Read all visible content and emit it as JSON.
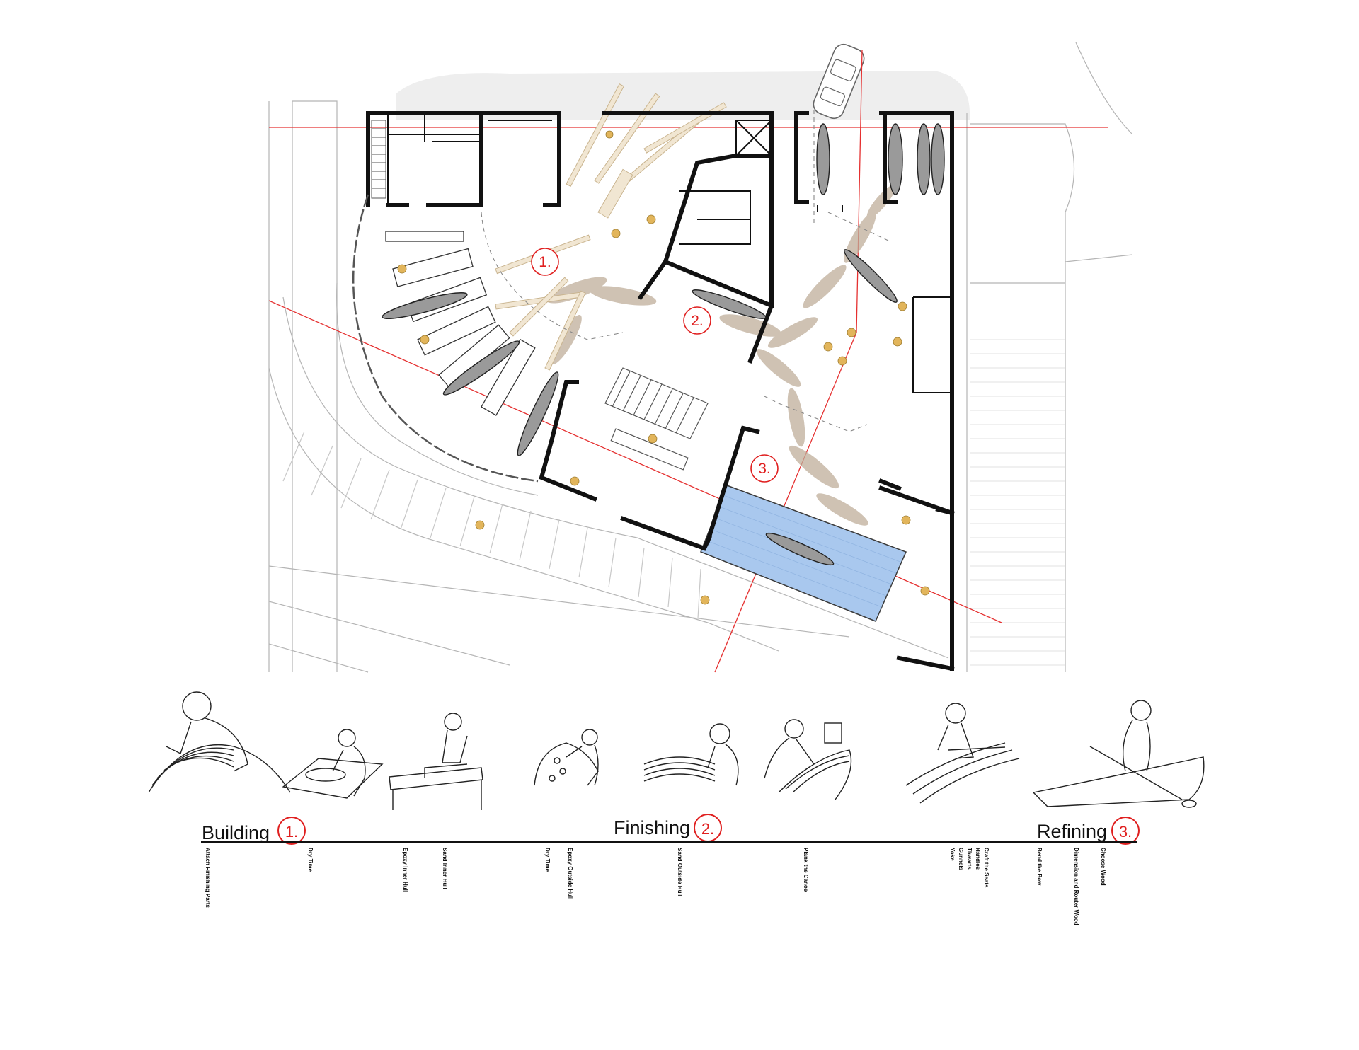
{
  "diagram": {
    "plan_zones": [
      {
        "id": "zone-1",
        "label": "1."
      },
      {
        "id": "zone-2",
        "label": "2."
      },
      {
        "id": "zone-3",
        "label": "3."
      }
    ],
    "colors": {
      "wall": "#111111",
      "site_lines": "#b5b5b5",
      "regulating_lines": "#e53030",
      "water_basin": "#a9c8ee",
      "wood_lumber": "#e6d8bd",
      "flow_paths": "#bfae9a",
      "worker_markers": "#e2b55b",
      "phase_numbers": "#e02020"
    },
    "process_figures": [
      {
        "id": "attach-finishing-parts",
        "icon": "worker-at-ribbed-hull-icon"
      },
      {
        "id": "router-wood",
        "icon": "worker-routing-board-icon"
      },
      {
        "id": "saw-strip",
        "icon": "worker-at-saw-bench-icon"
      },
      {
        "id": "bend-bow",
        "icon": "worker-at-bending-jig-icon"
      },
      {
        "id": "plank-hull",
        "icon": "worker-sanding-strips-icon"
      },
      {
        "id": "epoxy-hull",
        "icon": "worker-applying-epoxy-icon"
      },
      {
        "id": "craft-seats",
        "icon": "worker-fitting-gunwale-icon"
      },
      {
        "id": "paddle-canoe",
        "icon": "person-paddling-canoe-icon"
      }
    ],
    "phases": [
      {
        "id": "building",
        "label": "Building",
        "number": "1."
      },
      {
        "id": "finishing",
        "label": "Finishing",
        "number": "2."
      },
      {
        "id": "refining",
        "label": "Refining",
        "number": "3."
      }
    ],
    "steps": [
      {
        "label": "Attach Finishing Parts"
      },
      {
        "label": "Dry Time"
      },
      {
        "label": "Epoxy Inner Hull"
      },
      {
        "label": "Sand Inner Hull"
      },
      {
        "label": "Dry Time"
      },
      {
        "label": "Epoxy Outside Hull"
      },
      {
        "label": "Sand Outside Hull"
      },
      {
        "label": "Plank the Canoe"
      },
      {
        "label": "Yoke"
      },
      {
        "label": "Gunnels"
      },
      {
        "label": "Thwarts"
      },
      {
        "label": "Handles"
      },
      {
        "label": "Craft the Seats"
      },
      {
        "label": "Bend the Bow"
      },
      {
        "label": "Dimension and Router Wood"
      },
      {
        "label": "Choose Wood"
      }
    ]
  }
}
